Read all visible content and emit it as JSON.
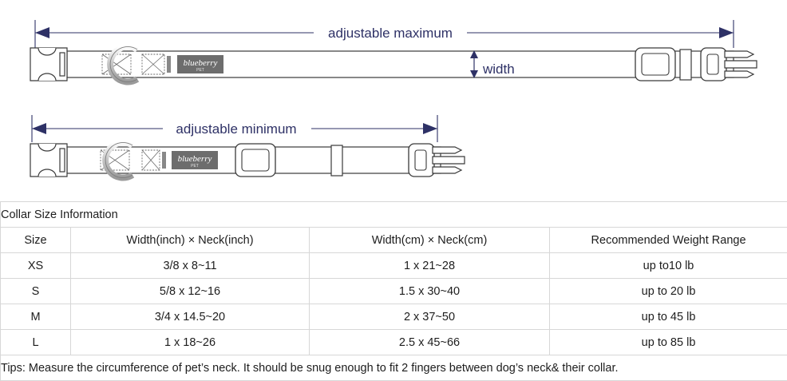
{
  "diagram": {
    "top_label": "adjustable maximum",
    "bottom_label": "adjustable minimum",
    "width_label": "width",
    "brand": "blueberry",
    "brand_sub": "PET",
    "accent_color": "#2e3166",
    "strap_color": "#ffffff",
    "hardware_color": "#a8a8a8",
    "patch_color": "#6d6d6d"
  },
  "table": {
    "title": "Collar Size Information",
    "headers": [
      "Size",
      "Width(inch)  ×  Neck(inch)",
      "Width(cm)  ×  Neck(cm)",
      "Recommended Weight Range"
    ],
    "rows": [
      {
        "size": "XS",
        "inch": "3/8 x 8~11",
        "cm": "1 x 21~28",
        "weight": "up to10 lb"
      },
      {
        "size": "S",
        "inch": "5/8 x 12~16",
        "cm": "1.5 x 30~40",
        "weight": "up to 20 lb"
      },
      {
        "size": "M",
        "inch": "3/4 x 14.5~20",
        "cm": "2 x 37~50",
        "weight": "up to 45 lb"
      },
      {
        "size": "L",
        "inch": "1 x 18~26",
        "cm": "2.5 x 45~66",
        "weight": "up to 85 lb"
      }
    ],
    "tips": "Tips: Measure the circumference of pet’s neck. It should be snug enough to fit 2 fingers between dog’s neck& their collar."
  }
}
